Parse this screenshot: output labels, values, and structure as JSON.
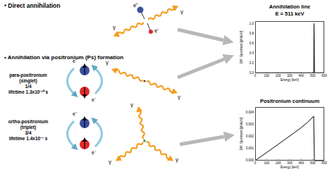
{
  "diagram": {
    "nodes": [
      {
        "text": [
          "Annihilation line",
          "E = 511 keV"
        ]
      },
      {
        "text": [
          "Positronium continuum"
        ]
      }
    ],
    "labels": [
      "• Direct annihilation",
      "e⁺",
      "e⁻",
      "γ",
      "γ",
      "• Annihilation via positronium (Ps) formation",
      "para-positronium",
      "(singlet)",
      "1/4",
      "lifetime 1.3x10⁻¹⁰ s",
      "e⁺",
      "e⁻",
      "γ",
      "γ",
      "ortho-positronium",
      "(triplet)",
      "3/4",
      "lifetime 1.4x10⁻⁷ s",
      "e⁺",
      "e⁻",
      "γ",
      "γ",
      "γ",
      "0",
      "100",
      "200",
      "300",
      "400",
      "500",
      "600",
      "0.0",
      "0.2",
      "0.4",
      "0.6",
      "0.8",
      "1.0",
      "Diff. Spectrum [ph/keV]",
      "Energy [keV]",
      "0",
      "100",
      "200",
      "300",
      "400",
      "500",
      "600",
      "0.000",
      "0.001",
      "0.002",
      "0.003",
      "0.004",
      "Diff. Spectrum [ph/keV]",
      "Energy [keV]"
    ]
  }
}
